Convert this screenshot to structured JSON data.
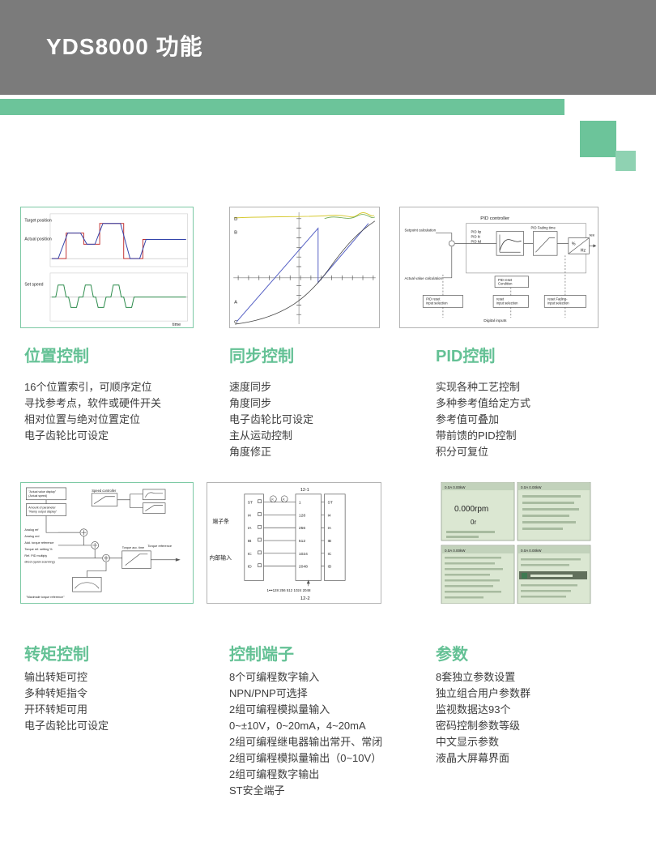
{
  "page": {
    "title": "YDS8000 功能"
  },
  "colors": {
    "accent_green": "#6cc49a",
    "header_gray": "#7b7b7b"
  },
  "sections": [
    {
      "id": "position",
      "title": "位置控制",
      "features": [
        "16个位置索引，可顺序定位",
        "寻找参考点，软件或硬件开关",
        "相对位置与绝对位置定位",
        "电子齿轮比可设定"
      ]
    },
    {
      "id": "sync",
      "title": "同步控制",
      "features": [
        "速度同步",
        "角度同步",
        "电子齿轮比可设定",
        "主从运动控制",
        "角度修正"
      ]
    },
    {
      "id": "pid",
      "title": "PID控制",
      "features": [
        "实现各种工艺控制",
        "多种参考值给定方式",
        "参考值可叠加",
        "带前馈的PID控制",
        "积分可复位"
      ]
    },
    {
      "id": "torque",
      "title": "转矩控制",
      "features": [
        "输出转矩可控",
        "多种转矩指令",
        "开环转矩可用",
        "电子齿轮比可设定"
      ]
    },
    {
      "id": "terminals",
      "title": "控制端子",
      "features": [
        "8个可编程数字输入",
        "NPN/PNP可选择",
        "2组可编程模拟量输入",
        "0~±10V，0~20mA，4~20mA",
        "2组可编程继电器输出常开、常闭",
        "2组可编程模拟量输出（0~10V）",
        "2组可编程数字输出",
        "ST安全端子"
      ]
    },
    {
      "id": "params",
      "title": "参数",
      "features": [
        "8套独立参数设置",
        "独立组合用户参数群",
        "监视数据达93个",
        "密码控制参数等级",
        "中文显示参数",
        "液晶大屏幕界面"
      ]
    }
  ],
  "diagrams": {
    "position": {
      "target": "Target position",
      "actual": "Actual position",
      "speed": "Set speed",
      "time": "time"
    },
    "sync": {
      "d": "D",
      "b": "B",
      "a": "A",
      "c": "C"
    },
    "pid": {
      "controller": "PID controller",
      "setpoint": "Setpoint calculation",
      "kp": "PID kp",
      "ki": "PID ki",
      "kd": "PID kd",
      "fading": "PID Fading time",
      "actual": "Actual value calculation",
      "reset_cond_1": "PID reset",
      "reset_cond_2": "Condition",
      "box1_1": "PID reset",
      "box1_2": "input selection",
      "box2_1": "reset",
      "box2_2": "input selection",
      "box3_1": "reset Fading-",
      "box3_2": "input selection",
      "digital": "Digital inputs",
      "pct": "%",
      "hz": "Hz",
      "see": "see"
    },
    "torque": {
      "actual1": "\"Actual value display\"",
      "actual2": "(Actual speed)",
      "ramp1": "Amount of parameter",
      "ramp2": "\"Ramp output display\"",
      "speed_ctrl": "Speed controller",
      "in1": "Analog ref",
      "in2": "Analog ord",
      "in3": "Add. torque reference",
      "in4": "Torque ref. setting %",
      "in5": "Ref. PID multiply",
      "in6": "direct (quick scanning)",
      "acc": "Torque acc. time",
      "out": "Torque reference",
      "max": "\"Maximale torque reference\""
    },
    "terminals": {
      "strip": "端子条",
      "internal": "内部输入",
      "block_top": "12-1",
      "block_bottom": "12-2",
      "weights": [
        "1",
        "128",
        "256",
        "512",
        "1024",
        "2048"
      ],
      "ports": [
        "ST",
        "I4",
        "IA",
        "IB",
        "IC",
        "ID"
      ],
      "sum": "1•••128 256 512 1024 2048",
      "k": "K"
    },
    "parameters": {
      "status": "0.0A  0.00kW",
      "main_value": "0.000rpm",
      "sub_value": "0r"
    }
  }
}
